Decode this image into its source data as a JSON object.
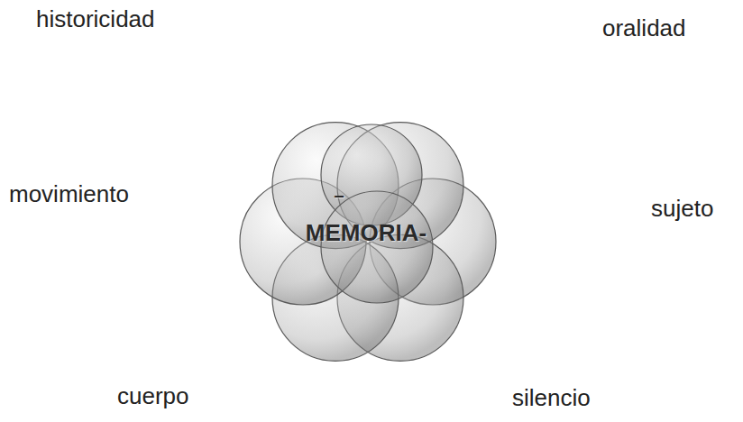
{
  "diagram": {
    "nodes": [
      {
        "text": [
          "–",
          "MEMORIA-"
        ]
      }
    ],
    "labels": [
      "historicidad",
      "oralidad",
      "movimiento",
      "sujeto",
      "cuerpo",
      "silencio"
    ]
  }
}
